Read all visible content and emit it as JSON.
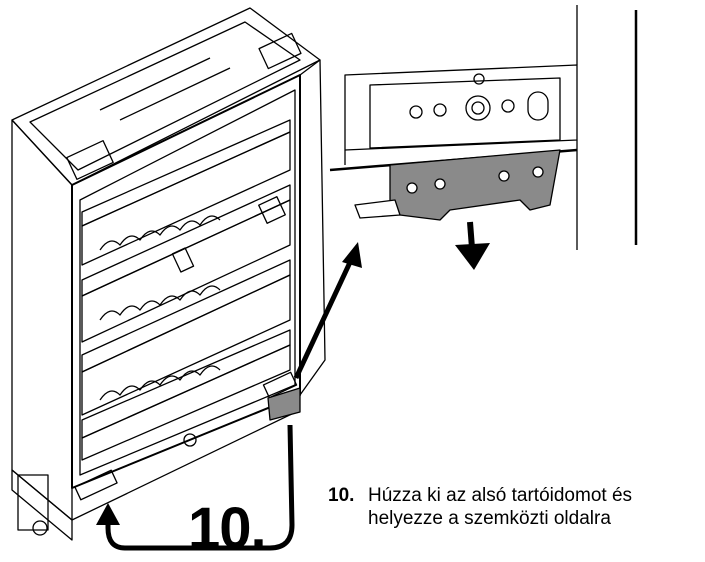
{
  "step_label": "10.",
  "instruction": {
    "number": "10.",
    "line1": "Húzza ki az alsó tartóidomot és",
    "line2": "helyezze a szemközti oldalra"
  },
  "colors": {
    "line": "#000000",
    "bracket_fill": "#8a8a8a",
    "background": "#ffffff"
  }
}
